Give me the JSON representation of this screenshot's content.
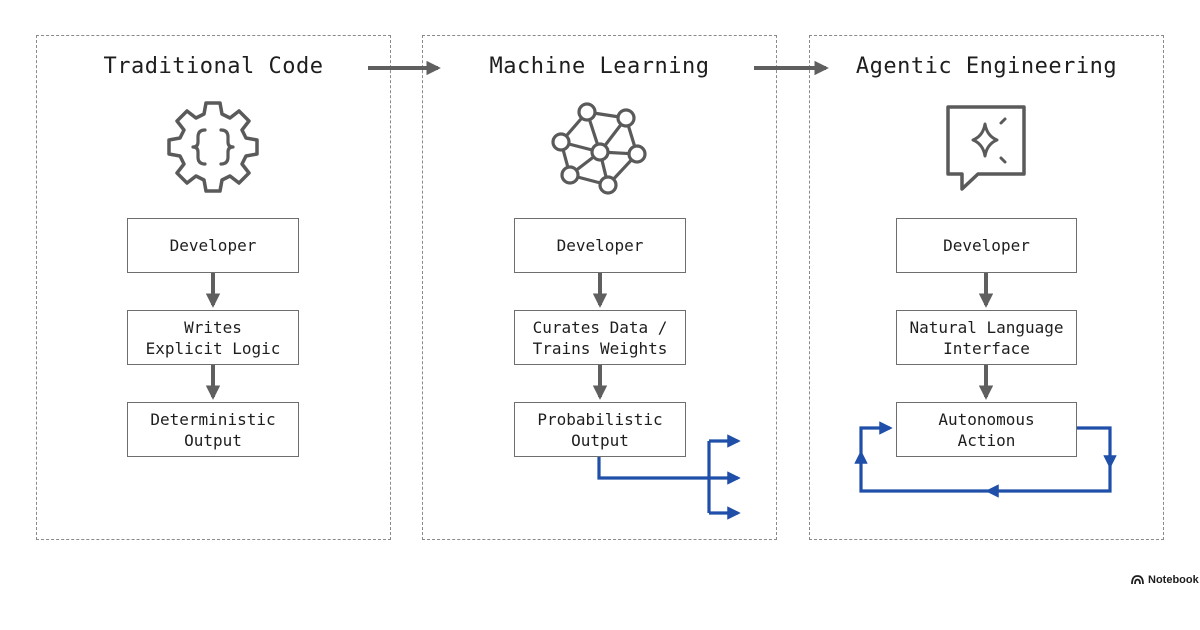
{
  "colors": {
    "border": "#8a8a8a",
    "box_border": "#6e6e6e",
    "gray_arrow": "#5f5f5f",
    "icon": "#5a5a5a",
    "blue_arrow": "#1f4fa8",
    "text": "#1e1e1e"
  },
  "panels": [
    {
      "title": "Traditional Code",
      "icon": "gear-code-icon",
      "boxes": [
        "Developer",
        "Writes\nExplicit Logic",
        "Deterministic\nOutput"
      ]
    },
    {
      "title": "Machine Learning",
      "icon": "neural-network-icon",
      "boxes": [
        "Developer",
        "Curates Data /\nTrains Weights",
        "Probabilistic\nOutput"
      ]
    },
    {
      "title": "Agentic Engineering",
      "icon": "sparkle-chat-icon",
      "boxes": [
        "Developer",
        "Natural Language\nInterface",
        "Autonomous\nAction"
      ]
    }
  ],
  "watermark": {
    "text": "Notebook",
    "icon": "notebooklm-logo-icon"
  }
}
